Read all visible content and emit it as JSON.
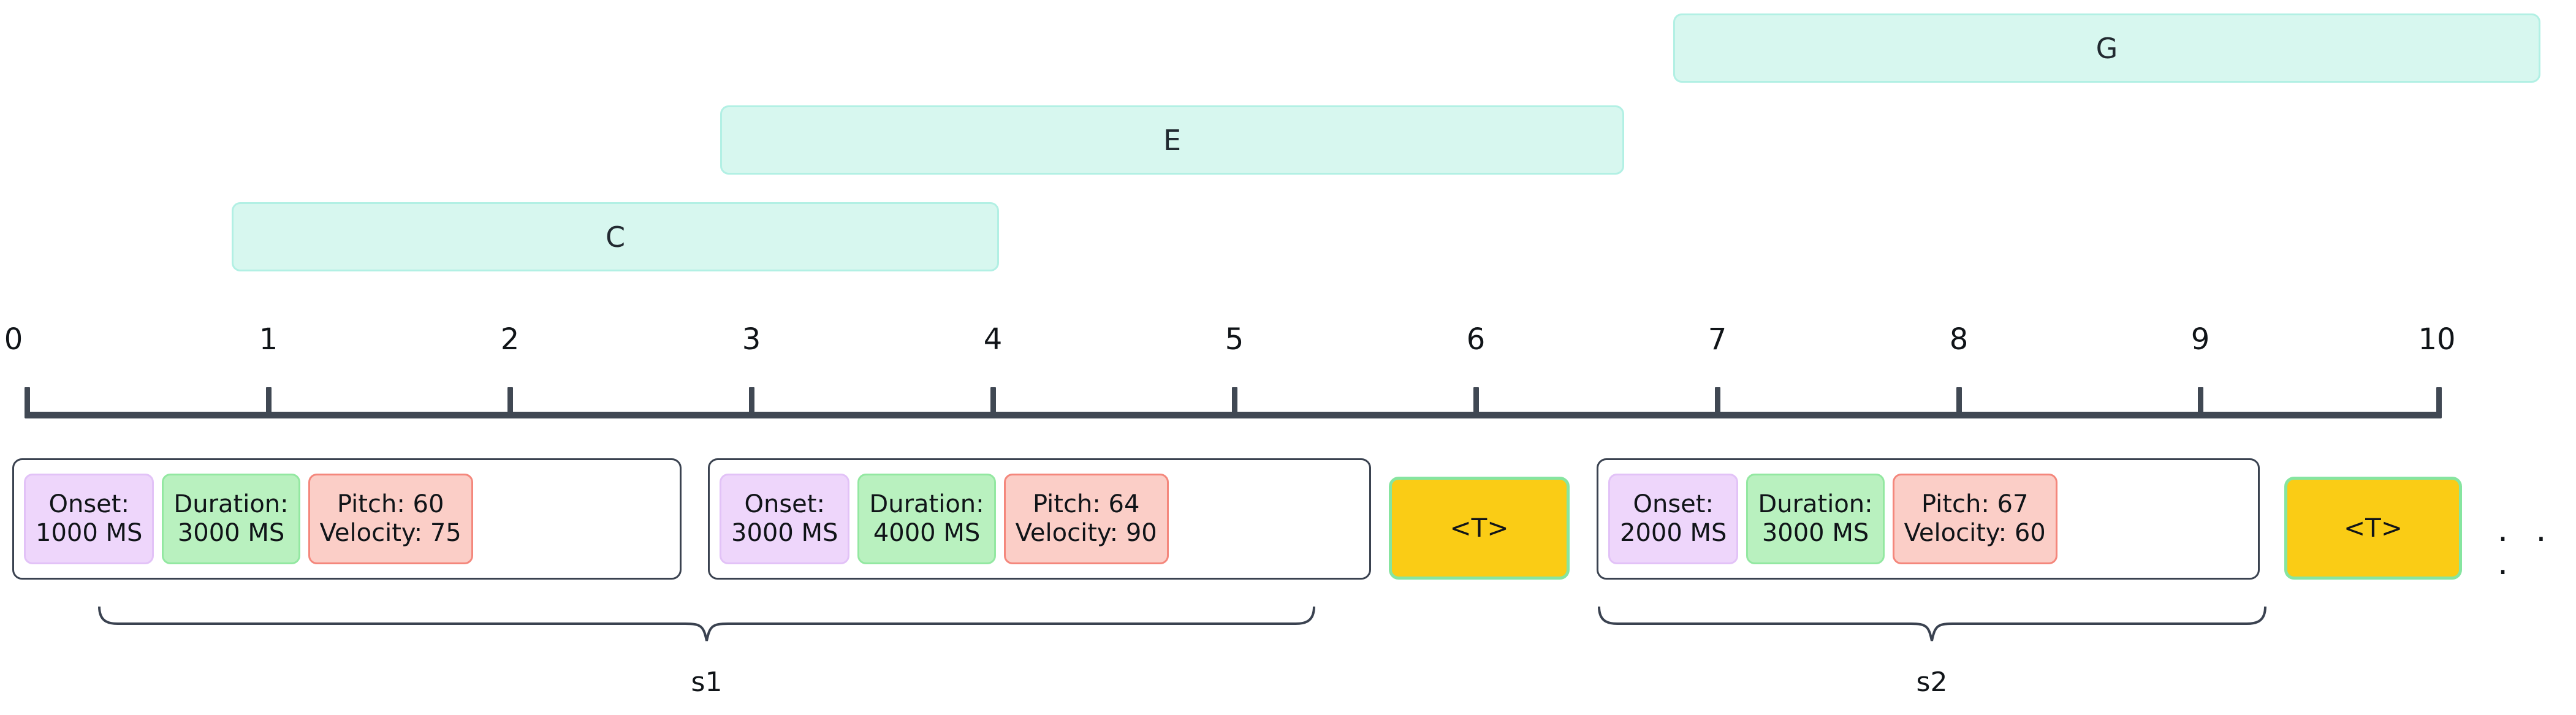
{
  "figure": {
    "kind": "midi-token-sequence-diagram"
  },
  "piano_roll": {
    "notes": [
      {
        "label": "G",
        "onset_unit": 6.85,
        "end_unit": 10.4,
        "row": 0
      },
      {
        "label": "E",
        "onset_unit": 2.88,
        "end_unit": 6.62,
        "row": 1
      },
      {
        "label": "C",
        "onset_unit": 0.86,
        "end_unit": 4.03,
        "row": 2
      }
    ],
    "note_fill": "#d7f7ef",
    "note_border": "#b2f0e4"
  },
  "axis": {
    "ticks": [
      "0",
      "1",
      "2",
      "3",
      "4",
      "5",
      "6",
      "7",
      "8",
      "9",
      "10"
    ],
    "min": 0,
    "max": 10,
    "color": "#404853"
  },
  "sequence": {
    "groups": [
      {
        "name": "note-token-1",
        "chips": [
          {
            "type": "onset",
            "lines": [
              "Onset:",
              "1000 MS"
            ]
          },
          {
            "type": "duration",
            "lines": [
              "Duration:",
              "3000 MS"
            ]
          },
          {
            "type": "pitch",
            "lines": [
              "Pitch: 60",
              "Velocity: 75"
            ]
          }
        ]
      },
      {
        "name": "note-token-2",
        "chips": [
          {
            "type": "onset",
            "lines": [
              "Onset:",
              "3000 MS"
            ]
          },
          {
            "type": "duration",
            "lines": [
              "Duration:",
              "4000 MS"
            ]
          },
          {
            "type": "pitch",
            "lines": [
              "Pitch: 64",
              "Velocity: 90"
            ]
          }
        ]
      },
      {
        "name": "note-token-3",
        "chips": [
          {
            "type": "onset",
            "lines": [
              "Onset:",
              "2000 MS"
            ]
          },
          {
            "type": "duration",
            "lines": [
              "Duration:",
              "3000 MS"
            ]
          },
          {
            "type": "pitch",
            "lines": [
              "Pitch: 67",
              "Velocity: 60"
            ]
          }
        ]
      }
    ],
    "special_tokens": [
      {
        "name": "time-shift-token-1",
        "label": "<T>"
      },
      {
        "name": "time-shift-token-2",
        "label": "<T>"
      }
    ],
    "ellipsis": ". . .",
    "colors": {
      "onset": "#eed6fb",
      "duration": "#b9f1bf",
      "pitch": "#fbcec7",
      "special": "#facc15",
      "special_border": "#86e5a0",
      "group_border": "#3a4250"
    }
  },
  "braces": [
    {
      "name": "brace-s1",
      "label": "s1"
    },
    {
      "name": "brace-s2",
      "label": "s2"
    }
  ],
  "chart_data": {
    "type": "bar",
    "title": "",
    "xlabel": "",
    "ylabel": "",
    "xlim": [
      0,
      10
    ],
    "grid": false,
    "legend": "none",
    "orientation": "horizontal",
    "categories": [
      "C",
      "E",
      "G"
    ],
    "series": [
      {
        "name": "onset",
        "values": [
          1,
          3,
          7
        ]
      },
      {
        "name": "duration",
        "values": [
          3,
          4,
          3
        ]
      }
    ],
    "bars": [
      {
        "label": "C",
        "start": 1,
        "end": 4,
        "pitch": 60,
        "velocity": 75
      },
      {
        "label": "E",
        "start": 3,
        "end": 7,
        "pitch": 64,
        "velocity": 90
      },
      {
        "label": "G",
        "start": 7,
        "end": 10,
        "pitch": 67,
        "velocity": 60
      }
    ],
    "tick_labels": [
      "0",
      "1",
      "2",
      "3",
      "4",
      "5",
      "6",
      "7",
      "8",
      "9",
      "10"
    ]
  }
}
